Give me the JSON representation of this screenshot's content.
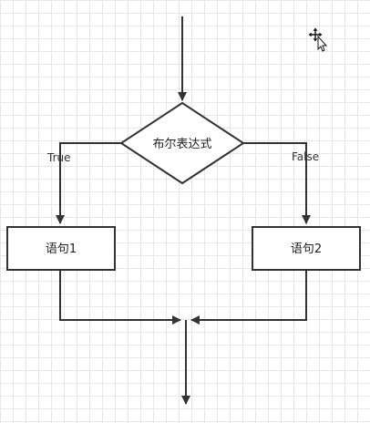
{
  "diagram": {
    "colors": {
      "stroke": "#333333",
      "box_fill": "#ffffff",
      "grid": "#e6e6e6"
    },
    "nodes": {
      "condition": {
        "label": "布尔表达式"
      },
      "statement_1": {
        "label": "语句1"
      },
      "statement_2": {
        "label": "语句2"
      }
    },
    "edges": {
      "true_branch": {
        "label": "True"
      },
      "false_branch": {
        "label": "False"
      }
    },
    "cursor": {
      "icon": "move-cursor-icon"
    }
  }
}
